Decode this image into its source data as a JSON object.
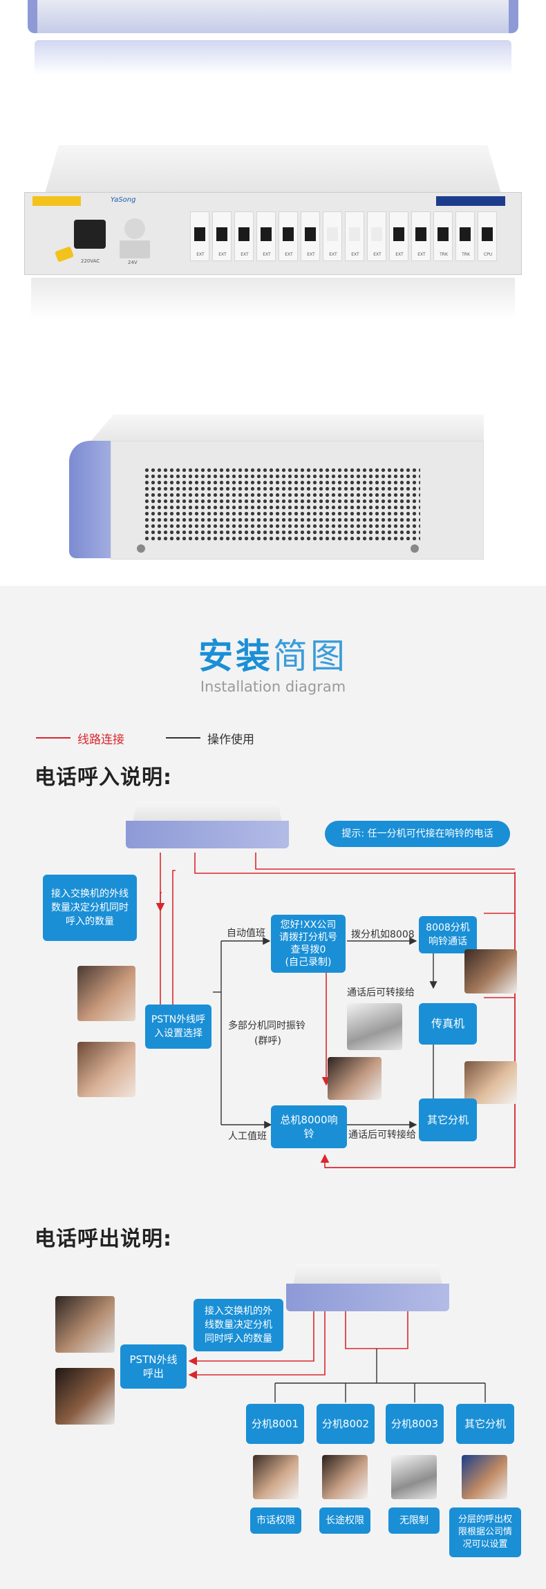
{
  "section_title": {
    "main_a": "安装",
    "main_b": "简图",
    "sub": "Installation diagram"
  },
  "legend": {
    "line_label": "线路连接",
    "op_label": "操作使用"
  },
  "colors": {
    "accent_blue": "#1a8fd6",
    "line_red": "#d9272e",
    "line_dark": "#333333",
    "device_blue": "#8d9ad6"
  },
  "incoming": {
    "heading": "电话呼入说明:",
    "tip": "提示: 任一分机可代接在响铃的电话",
    "pstn_box_lines": [
      "接入交换机的外线",
      "数量决定分机同时",
      "呼入的数量"
    ],
    "pstn_select": [
      "PSTN外线呼",
      "入设置选择"
    ],
    "auto_duty": "自动值班",
    "greeting": [
      "您好!XX公司",
      "请拨打分机号",
      "查号拨0",
      "(自己录制)"
    ],
    "dial_ext": "拨分机如8008",
    "ext_8008": [
      "8008分机",
      "响铃通话"
    ],
    "transfer_after": "通话后可转接给",
    "fax": "传真机",
    "multi_ring": [
      "多部分机同时振铃",
      "(群呼)"
    ],
    "manual_duty": "人工值班",
    "main_ring": "总机8000响铃",
    "transfer_after2": "通话后可转接给",
    "other_ext": "其它分机"
  },
  "outgoing": {
    "heading": "电话呼出说明:",
    "pstn_note": [
      "接入交换机的外",
      "线数量决定分机",
      "同时呼入的数量"
    ],
    "pstn_out": [
      "PSTN外线",
      "呼出"
    ],
    "extensions": [
      "分机8001",
      "分机8002",
      "分机8003",
      "其它分机"
    ],
    "permissions": [
      "市话权限",
      "长途权限",
      "无限制"
    ],
    "tiered": [
      "分层的呼出权",
      "限根据公司情",
      "况可以设置"
    ]
  },
  "device_labels": {
    "brand": "YaSong",
    "power": "220VAC",
    "dc": "24V",
    "ports": [
      "EXT",
      "EXT",
      "EXT",
      "EXT",
      "EXT",
      "EXT",
      "EXT",
      "EXT",
      "EXT",
      "EXT",
      "EXT",
      "TRK",
      "TRK",
      "CPU"
    ]
  }
}
